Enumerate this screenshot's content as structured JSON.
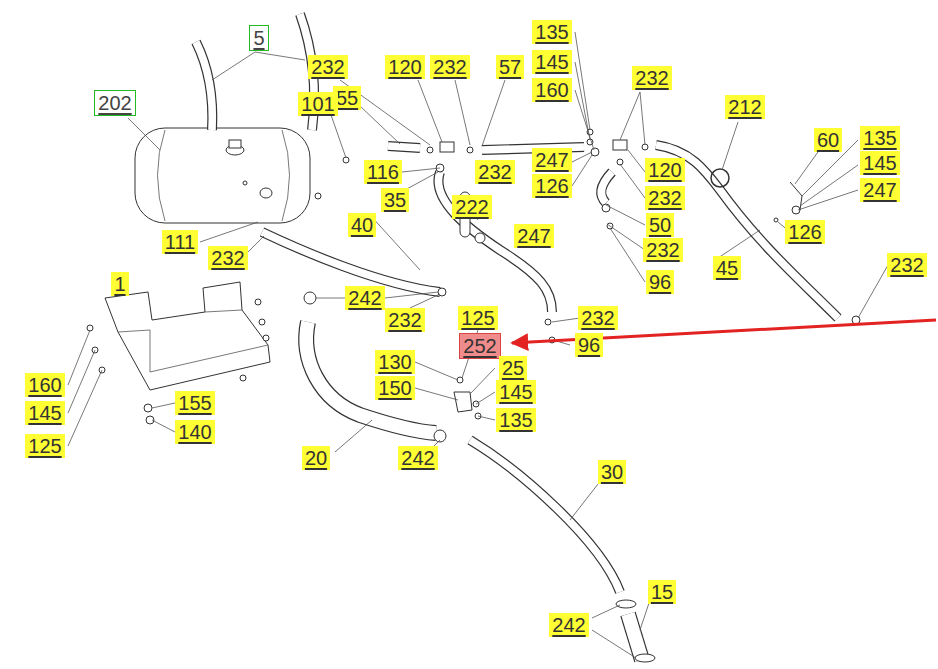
{
  "diagram": {
    "labels": [
      "5",
      "135",
      "145",
      "232",
      "120",
      "232",
      "57",
      "232",
      "160",
      "55",
      "202",
      "101",
      "212",
      "60",
      "135",
      "247",
      "145",
      "120",
      "116",
      "232",
      "126",
      "247",
      "232",
      "35",
      "222",
      "50",
      "40",
      "126",
      "247",
      "111",
      "232",
      "232",
      "45",
      "232",
      "96",
      "1",
      "242",
      "125",
      "232",
      "232",
      "252",
      "96",
      "130",
      "25",
      "160",
      "150",
      "145",
      "155",
      "145",
      "135",
      "140",
      "125",
      "20",
      "242",
      "30",
      "15",
      "242"
    ]
  }
}
